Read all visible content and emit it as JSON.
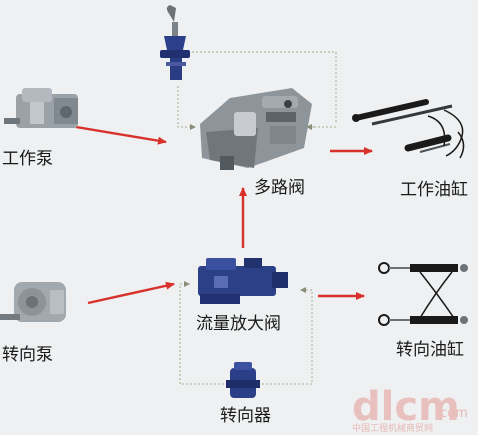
{
  "labels": {
    "work_pump": "工作泵",
    "multi_valve": "多路阀",
    "work_cylinder": "工作油缸",
    "steer_pump": "转向泵",
    "flow_valve": "流量放大阀",
    "steer_cylinder": "转向油缸",
    "steering_unit": "转向器"
  },
  "watermark": {
    "logo": "dlcm",
    "domain": ".com",
    "caption": "中国工程机械商贸网"
  },
  "colors": {
    "background": "#eef0f1",
    "arrow": "#d8302a",
    "pilot_line": "#a9ad8c",
    "valve_blue": "#2a3f86",
    "metal": "#8f969c"
  }
}
